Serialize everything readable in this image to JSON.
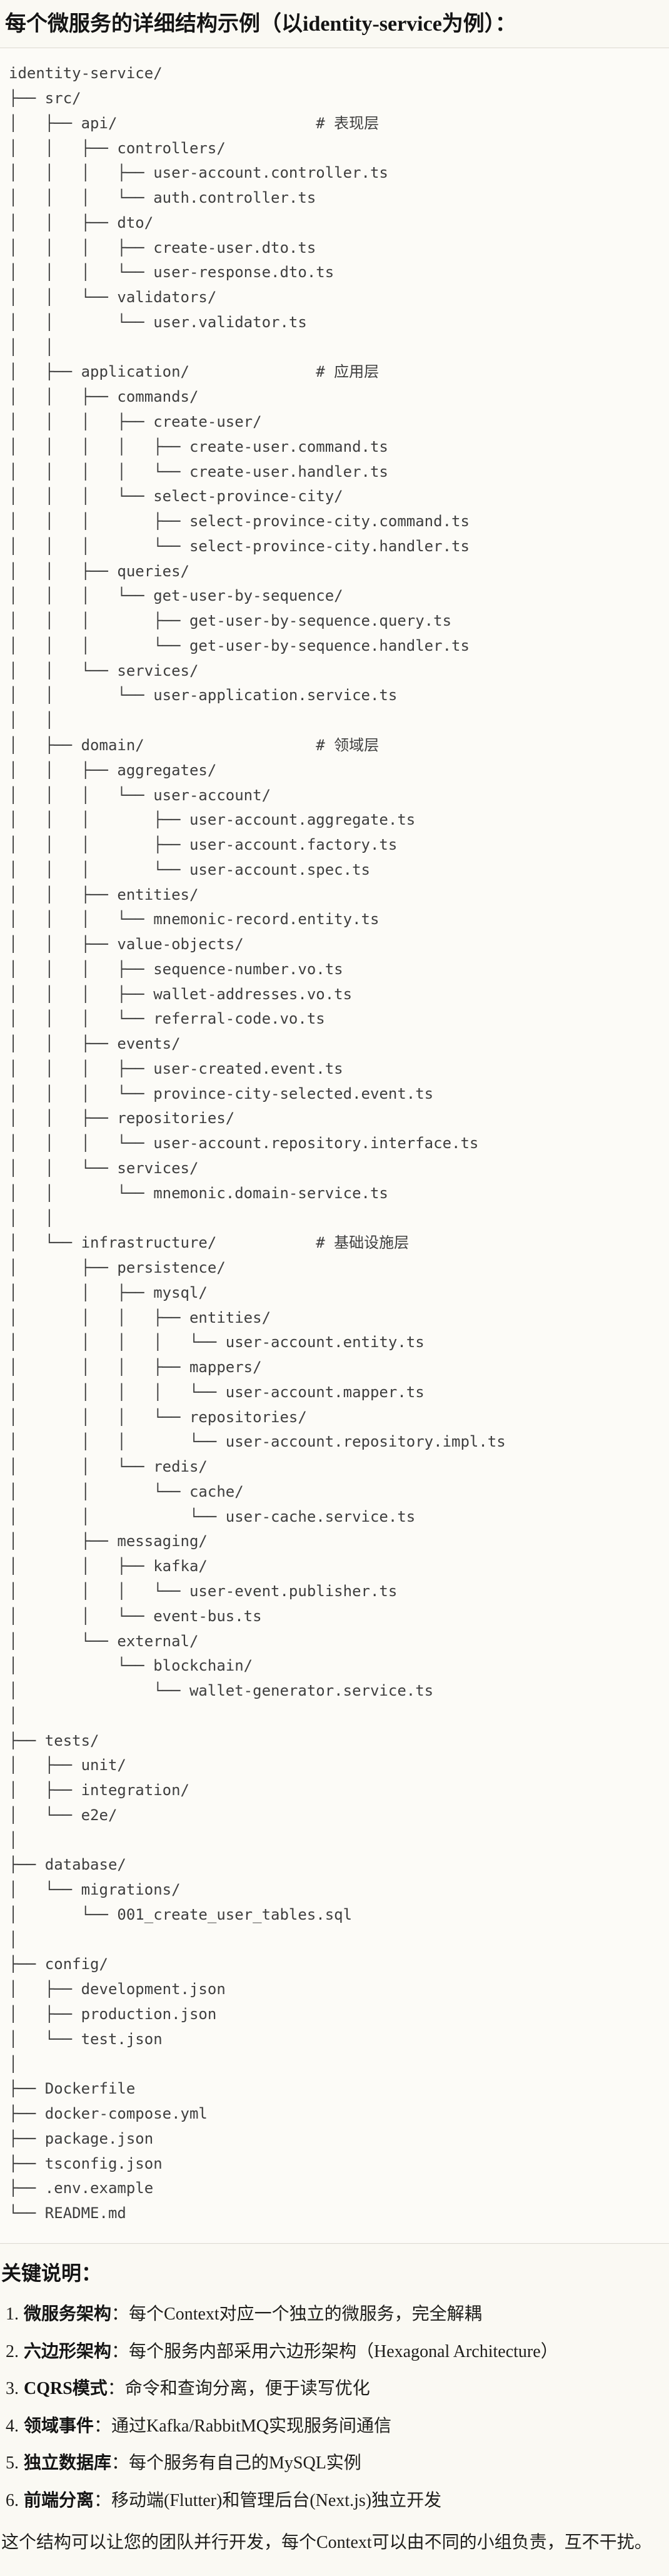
{
  "page": {
    "title": "每个微服务的详细结构示例（以identity-service为例）："
  },
  "tree": {
    "lines": [
      "identity-service/",
      "├── src/",
      "│   ├── api/                      # 表现层",
      "│   │   ├── controllers/",
      "│   │   │   ├── user-account.controller.ts",
      "│   │   │   └── auth.controller.ts",
      "│   │   ├── dto/",
      "│   │   │   ├── create-user.dto.ts",
      "│   │   │   └── user-response.dto.ts",
      "│   │   └── validators/",
      "│   │       └── user.validator.ts",
      "│   │",
      "│   ├── application/              # 应用层",
      "│   │   ├── commands/",
      "│   │   │   ├── create-user/",
      "│   │   │   │   ├── create-user.command.ts",
      "│   │   │   │   └── create-user.handler.ts",
      "│   │   │   └── select-province-city/",
      "│   │   │       ├── select-province-city.command.ts",
      "│   │   │       └── select-province-city.handler.ts",
      "│   │   ├── queries/",
      "│   │   │   └── get-user-by-sequence/",
      "│   │   │       ├── get-user-by-sequence.query.ts",
      "│   │   │       └── get-user-by-sequence.handler.ts",
      "│   │   └── services/",
      "│   │       └── user-application.service.ts",
      "│   │",
      "│   ├── domain/                   # 领域层",
      "│   │   ├── aggregates/",
      "│   │   │   └── user-account/",
      "│   │   │       ├── user-account.aggregate.ts",
      "│   │   │       ├── user-account.factory.ts",
      "│   │   │       └── user-account.spec.ts",
      "│   │   ├── entities/",
      "│   │   │   └── mnemonic-record.entity.ts",
      "│   │   ├── value-objects/",
      "│   │   │   ├── sequence-number.vo.ts",
      "│   │   │   ├── wallet-addresses.vo.ts",
      "│   │   │   └── referral-code.vo.ts",
      "│   │   ├── events/",
      "│   │   │   ├── user-created.event.ts",
      "│   │   │   └── province-city-selected.event.ts",
      "│   │   ├── repositories/",
      "│   │   │   └── user-account.repository.interface.ts",
      "│   │   └── services/",
      "│   │       └── mnemonic.domain-service.ts",
      "│   │",
      "│   └── infrastructure/           # 基础设施层",
      "│       ├── persistence/",
      "│       │   ├── mysql/",
      "│       │   │   ├── entities/",
      "│       │   │   │   └── user-account.entity.ts",
      "│       │   │   ├── mappers/",
      "│       │   │   │   └── user-account.mapper.ts",
      "│       │   │   └── repositories/",
      "│       │   │       └── user-account.repository.impl.ts",
      "│       │   └── redis/",
      "│       │       └── cache/",
      "│       │           └── user-cache.service.ts",
      "│       ├── messaging/",
      "│       │   ├── kafka/",
      "│       │   │   └── user-event.publisher.ts",
      "│       │   └── event-bus.ts",
      "│       └── external/",
      "│           └── blockchain/",
      "│               └── wallet-generator.service.ts",
      "│",
      "├── tests/",
      "│   ├── unit/",
      "│   ├── integration/",
      "│   └── e2e/",
      "│",
      "├── database/",
      "│   └── migrations/",
      "│       └── 001_create_user_tables.sql",
      "│",
      "├── config/",
      "│   ├── development.json",
      "│   ├── production.json",
      "│   └── test.json",
      "│",
      "├── Dockerfile",
      "├── docker-compose.yml",
      "├── package.json",
      "├── tsconfig.json",
      "├── .env.example",
      "└── README.md"
    ]
  },
  "notes": {
    "heading": "关键说明：",
    "items": [
      {
        "num": "1.",
        "term": "微服务架构",
        "desc": "：每个Context对应一个独立的微服务，完全解耦"
      },
      {
        "num": "2.",
        "term": "六边形架构",
        "desc": "：每个服务内部采用六边形架构（Hexagonal Architecture）"
      },
      {
        "num": "3.",
        "term": "CQRS模式",
        "desc": "：命令和查询分离，便于读写优化"
      },
      {
        "num": "4.",
        "term": "领域事件",
        "desc": "：通过Kafka/RabbitMQ实现服务间通信"
      },
      {
        "num": "5.",
        "term": "独立数据库",
        "desc": "：每个服务有自己的MySQL实例"
      },
      {
        "num": "6.",
        "term": "前端分离",
        "desc": "：移动端(Flutter)和管理后台(Next.js)独立开发"
      }
    ],
    "footer": "这个结构可以让您的团队并行开发，每个Context可以由不同的小组负责，互不干扰。"
  },
  "colors": {
    "page_background": "#faf9f3",
    "code_box_background": "#fcfbf7",
    "code_box_border": "#dcd9d1",
    "tree_text": "#3e3e3e",
    "heading_text": "#141414"
  }
}
